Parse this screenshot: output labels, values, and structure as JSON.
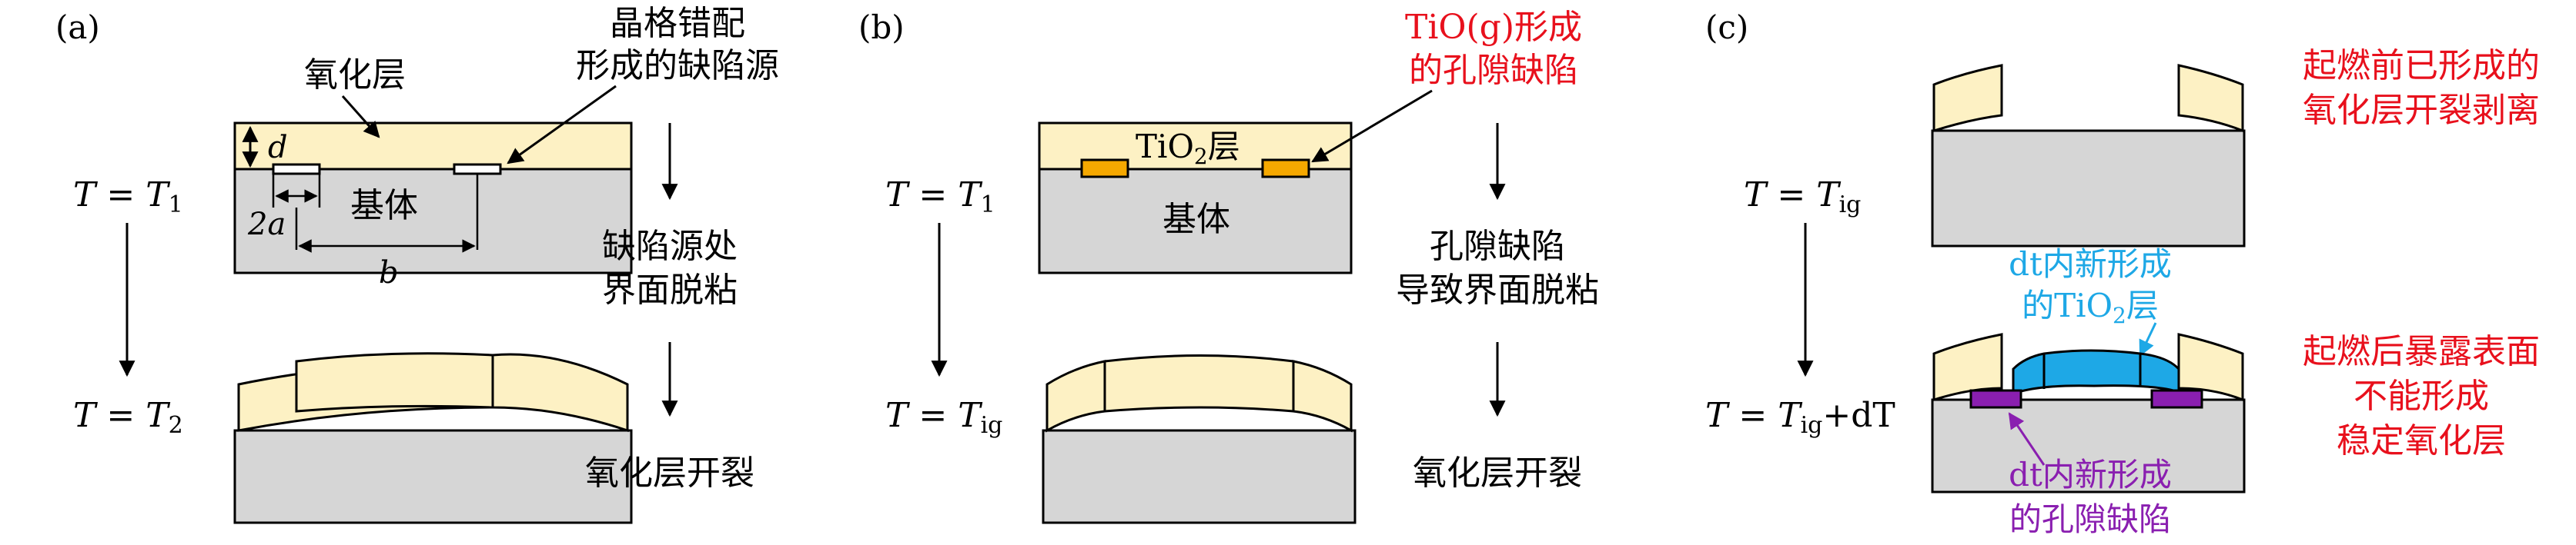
{
  "panels": {
    "a": {
      "tag": "(a)",
      "oxide_label": "氧化层",
      "defect_label_line1": "晶格错配",
      "defect_label_line2": "形成的缺陷源",
      "dim_d": "d",
      "dim_2a": "2a",
      "dim_b": "b",
      "substrate_label": "基体",
      "temp1_T": "T",
      "temp1_eq": " = ",
      "temp1_var": "T",
      "temp1_sub": "1",
      "temp2_T": "T",
      "temp2_eq": " = ",
      "temp2_var": "T",
      "temp2_sub": "2",
      "step1_line1": "缺陷源处",
      "step1_line2": "界面脱粘",
      "step2": "氧化层开裂"
    },
    "b": {
      "tag": "(b)",
      "pore_label_line1": "TiO(g)形成",
      "pore_label_line2": "的孔隙缺陷",
      "tio2_prefix": "TiO",
      "tio2_sub": "2",
      "tio2_suffix": "层",
      "substrate_label": "基体",
      "temp1_T": "T",
      "temp1_eq": " = ",
      "temp1_var": "T",
      "temp1_sub": "1",
      "temp2_T": "T",
      "temp2_eq": " = ",
      "temp2_var": "T",
      "temp2_sub": "ig",
      "step1_line1": "孔隙缺陷",
      "step1_line2": "导致界面脱粘",
      "step2": "氧化层开裂"
    },
    "c": {
      "tag": "(c)",
      "temp1_T": "T",
      "temp1_eq": " = ",
      "temp1_var": "T",
      "temp1_sub": "ig",
      "temp2_T": "T",
      "temp2_eq": " = ",
      "temp2_var": "T",
      "temp2_sub": "ig",
      "temp2_plus": "+",
      "temp2_dT": "dT",
      "note1_line1": "起燃前已形成的",
      "note1_line2": "氧化层开裂剥离",
      "note2_line1": "起燃后暴露表面",
      "note2_line2": "不能形成",
      "note2_line3": "稳定氧化层",
      "new_tio2_line1": "dt内新形成",
      "new_tio2_pre": "的TiO",
      "new_tio2_sub": "2",
      "new_tio2_suffix": "层",
      "new_pore_line1": "dt内新形成",
      "new_pore_line2": "的孔隙缺陷"
    }
  },
  "colors": {
    "oxide": "#fdf1c4",
    "substrate": "#d6d6d6",
    "pore_orange": "#f5a800",
    "new_tio2_blue": "#1ea8e6",
    "new_pore_purple": "#8a1fb0",
    "note_red": "#e8101c",
    "ink": "#000000"
  }
}
